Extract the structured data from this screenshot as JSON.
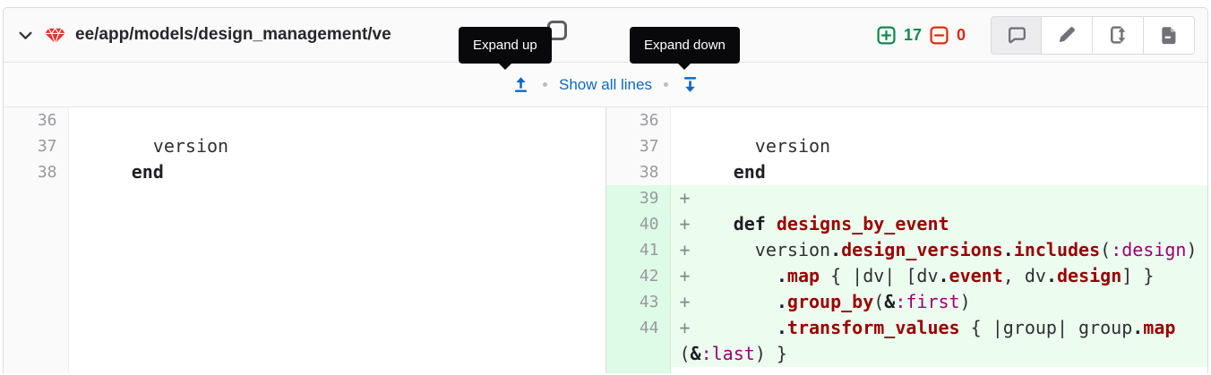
{
  "file_header": {
    "path": "ee/app/models/design_management/ve",
    "added_count": "17",
    "removed_count": "0",
    "added_color": "#13884a",
    "removed_color": "#dd2b0e"
  },
  "tooltips": {
    "expand_up": "Expand up",
    "expand_down": "Expand down"
  },
  "expand_bar": {
    "show_all_label": "Show all lines",
    "separator": "·"
  },
  "icons": [
    "chevron-down-icon",
    "ruby-file-icon",
    "copy-path-button",
    "added-lines-icon",
    "removed-lines-icon",
    "comment-icon",
    "pencil-icon",
    "doc-versions-icon",
    "file-icon",
    "expand-up-icon",
    "expand-down-icon"
  ],
  "colors": {
    "link_blue": "#1068bf",
    "added_line_bg": "#ecfdf0",
    "added_gutter_bg": "#ddfbe6",
    "keyword": "#1f1e24",
    "method": "#990000",
    "symbol": "#990073",
    "tooltip_bg": "#09090b"
  },
  "diff": {
    "rows": [
      {
        "type": "context",
        "old_num": "36",
        "new_num": "36",
        "old": [],
        "new": []
      },
      {
        "type": "context",
        "old_num": "37",
        "new_num": "37",
        "old": [
          {
            "c": "p",
            "t": "      version"
          }
        ],
        "new": [
          {
            "c": "p",
            "t": "      version"
          }
        ]
      },
      {
        "type": "context",
        "old_num": "38",
        "new_num": "38",
        "old": [
          {
            "c": "p",
            "t": "    "
          },
          {
            "c": "k",
            "t": "end"
          }
        ],
        "new": [
          {
            "c": "p",
            "t": "    "
          },
          {
            "c": "k",
            "t": "end"
          }
        ]
      },
      {
        "type": "added",
        "old_num": "",
        "new_num": "39",
        "old": null,
        "new": []
      },
      {
        "type": "added",
        "old_num": "",
        "new_num": "40",
        "old": null,
        "new": [
          {
            "c": "p",
            "t": "    "
          },
          {
            "c": "k",
            "t": "def"
          },
          {
            "c": "p",
            "t": " "
          },
          {
            "c": "m",
            "t": "designs_by_event"
          }
        ]
      },
      {
        "type": "added",
        "old_num": "",
        "new_num": "41",
        "old": null,
        "new": [
          {
            "c": "p",
            "t": "      version"
          },
          {
            "c": "o",
            "t": "."
          },
          {
            "c": "m",
            "t": "design_versions"
          },
          {
            "c": "o",
            "t": "."
          },
          {
            "c": "m",
            "t": "includes"
          },
          {
            "c": "p",
            "t": "("
          },
          {
            "c": "sym",
            "t": ":design"
          },
          {
            "c": "p",
            "t": ")"
          }
        ]
      },
      {
        "type": "added",
        "old_num": "",
        "new_num": "42",
        "old": null,
        "new": [
          {
            "c": "p",
            "t": "        "
          },
          {
            "c": "o",
            "t": "."
          },
          {
            "c": "m",
            "t": "map"
          },
          {
            "c": "p",
            "t": " { |dv| [dv"
          },
          {
            "c": "o",
            "t": "."
          },
          {
            "c": "m",
            "t": "event"
          },
          {
            "c": "p",
            "t": ", dv"
          },
          {
            "c": "o",
            "t": "."
          },
          {
            "c": "m",
            "t": "design"
          },
          {
            "c": "p",
            "t": "] }"
          }
        ]
      },
      {
        "type": "added",
        "old_num": "",
        "new_num": "43",
        "old": null,
        "new": [
          {
            "c": "p",
            "t": "        "
          },
          {
            "c": "o",
            "t": "."
          },
          {
            "c": "m",
            "t": "group_by"
          },
          {
            "c": "p",
            "t": "("
          },
          {
            "c": "o",
            "t": "&"
          },
          {
            "c": "sym",
            "t": ":first"
          },
          {
            "c": "p",
            "t": ")"
          }
        ]
      },
      {
        "type": "added",
        "old_num": "",
        "new_num": "44",
        "old": null,
        "new": [
          {
            "c": "p",
            "t": "        "
          },
          {
            "c": "o",
            "t": "."
          },
          {
            "c": "m",
            "t": "transform_values"
          },
          {
            "c": "p",
            "t": " { |group| group"
          },
          {
            "c": "o",
            "t": "."
          },
          {
            "c": "m",
            "t": "map"
          },
          {
            "c": "p",
            "t": "("
          },
          {
            "c": "o",
            "t": "&"
          },
          {
            "c": "sym",
            "t": ":last"
          },
          {
            "c": "p",
            "t": ") }"
          }
        ]
      }
    ]
  }
}
